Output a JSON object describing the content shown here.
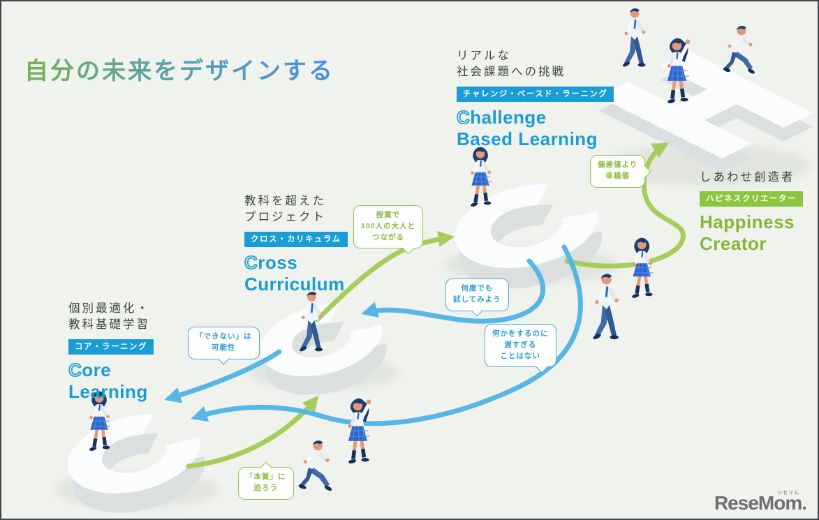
{
  "title": {
    "text": "自分の未来をデザインする"
  },
  "stages": {
    "core": {
      "jp1": "個別最適化・",
      "jp2": "教科基礎学習",
      "badge": "コア・ラーニング",
      "en1_first": "C",
      "en1_rest": "ore",
      "en2": "Learning"
    },
    "cross": {
      "jp1": "教科を超えた",
      "jp2": "プロジェクト",
      "badge": "クロス・カリキュラム",
      "en1_first": "C",
      "en1_rest": "ross",
      "en2": "Curriculum"
    },
    "challenge": {
      "jp1": "リアルな",
      "jp2": "社会課題への挑戦",
      "badge": "チャレンジ・ベースド・ラーニング",
      "en1_first": "C",
      "en1_rest": "hallenge",
      "en2": "Based Learning"
    },
    "happiness": {
      "jp1": "しあわせ創造者",
      "badge": "ハピネスクリエーター",
      "en1": "Happiness",
      "en2": "Creator"
    }
  },
  "bubbles": {
    "adults": {
      "lines": [
        "授業で",
        "100人の大人と",
        "つながる"
      ],
      "color": "green"
    },
    "hensachi": {
      "lines": [
        "偏差値より",
        "幸福値"
      ],
      "color": "green"
    },
    "retry": {
      "lines": [
        "何度でも",
        "試してみよう"
      ],
      "color": "blue"
    },
    "never_late": {
      "lines": [
        "何かをするのに",
        "遅すぎる",
        "ことはない"
      ],
      "color": "blue"
    },
    "dekinai": {
      "lines": [
        "「できない」は",
        "可能性"
      ],
      "color": "blue"
    },
    "honshitsu": {
      "lines": [
        "「本質」に",
        "迫ろう"
      ],
      "color": "green"
    }
  },
  "logo": {
    "text": "ReseMom.",
    "ruby": "リセマム"
  },
  "colors": {
    "accent_blue": "#1b9cd2",
    "accent_green": "#8cc63f",
    "arrow_blue": "#57b6e4",
    "arrow_green": "#a6cd5b",
    "background": "#f0f2ee",
    "jp_text": "#3c4341",
    "logo_gray": "#6f6f6f"
  }
}
